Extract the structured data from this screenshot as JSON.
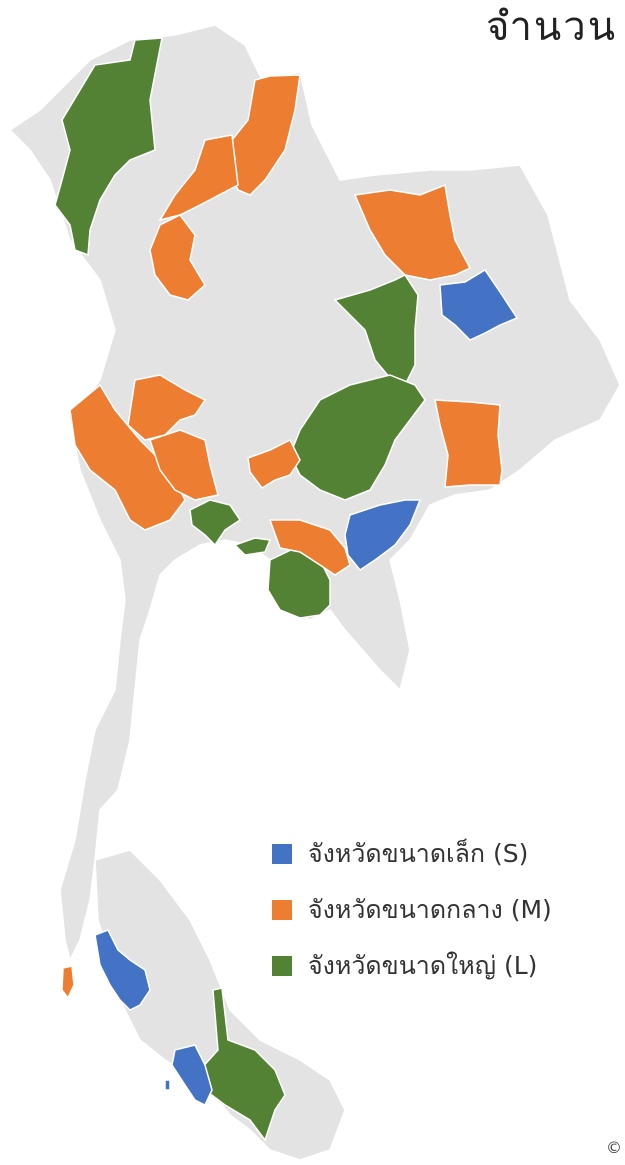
{
  "title": "จำนวน",
  "colors": {
    "base": "#e3e3e3",
    "border": "#ffffff",
    "small": "#4472c4",
    "medium": "#ed7d31",
    "large": "#548235"
  },
  "legend": [
    {
      "key": "small",
      "label": "จังหวัดขนาดเล็ก (S)"
    },
    {
      "key": "medium",
      "label": "จังหวัดขนาดกลาง (M)"
    },
    {
      "key": "large",
      "label": "จังหวัดขนาดใหญ่ (L)"
    }
  ],
  "copyright": "©"
}
